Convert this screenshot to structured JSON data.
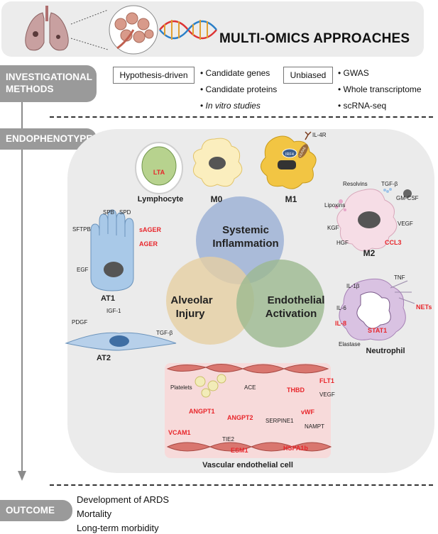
{
  "header": {
    "title": "MULTI-OMICS APPROACHES"
  },
  "sections": {
    "investigational_methods": "INVESTIGATIONAL METHODS",
    "investigational_methods_line1": "INVESTIGATIONAL",
    "investigational_methods_line2": "METHODS",
    "endophenotype": "ENDOPHENOTYPE",
    "outcome": "OUTCOME"
  },
  "methods": {
    "hypothesis_label": "Hypothesis-driven",
    "hypothesis_items": [
      "Candidate genes",
      "Candidate proteins",
      "In vitro studies"
    ],
    "unbiased_label": "Unbiased",
    "unbiased_items": [
      "GWAS",
      "Whole transcriptome",
      "scRNA-seq"
    ]
  },
  "venn": {
    "top": [
      "Systemic",
      "Inflammation"
    ],
    "left": [
      "Alveolar",
      "Injury"
    ],
    "right": [
      "Endothelial",
      "Activation"
    ]
  },
  "cells": {
    "lymphocyte": {
      "name": "Lymphocyte",
      "marker": "LTA"
    },
    "m0": {
      "name": "M0"
    },
    "m1": {
      "name": "M1",
      "labels": [
        "IL-4R",
        "IRF4",
        "LILRA5"
      ]
    },
    "m2": {
      "name": "M2",
      "labels": [
        "Resolvins",
        "TGF-β",
        "GM-CSF",
        "Lipoxins",
        "KGF",
        "VEGF",
        "HGF"
      ],
      "marker": "CCL3"
    },
    "at1": {
      "name": "AT1",
      "labels": [
        "SPB",
        "SPD",
        "SFTPB",
        "EGF"
      ],
      "markers": [
        "sAGER",
        "AGER"
      ]
    },
    "at2": {
      "name": "AT2",
      "labels": [
        "IGF-1",
        "PDGF",
        "TGF-β"
      ]
    },
    "neutrophil": {
      "name": "Neutrophil",
      "labels": [
        "TNF",
        "IL-1β",
        "IL-6",
        "Elastase"
      ],
      "markers": [
        "NETs",
        "IL-8",
        "STAT1"
      ]
    },
    "endothelial": {
      "name": "Vascular endothelial cell",
      "labels": [
        "Platelets",
        "ACE",
        "VEGF",
        "SERPINE1",
        "NAMPT",
        "TIE2"
      ],
      "markers": [
        "THBD",
        "FLT1",
        "ANGPT1",
        "ANGPT2",
        "vWF",
        "VCAM1",
        "ESM1",
        "HSPA1b"
      ]
    }
  },
  "outcome": {
    "items": [
      "Development of ARDS",
      "Mortality",
      "Long-term morbidity"
    ]
  },
  "colors": {
    "section_label": "#9a9a9a",
    "marker_red": "#e8262b",
    "venn_blue": "#9fb3d6",
    "venn_orange": "#e6cfa2",
    "venn_green": "#9cb990"
  }
}
